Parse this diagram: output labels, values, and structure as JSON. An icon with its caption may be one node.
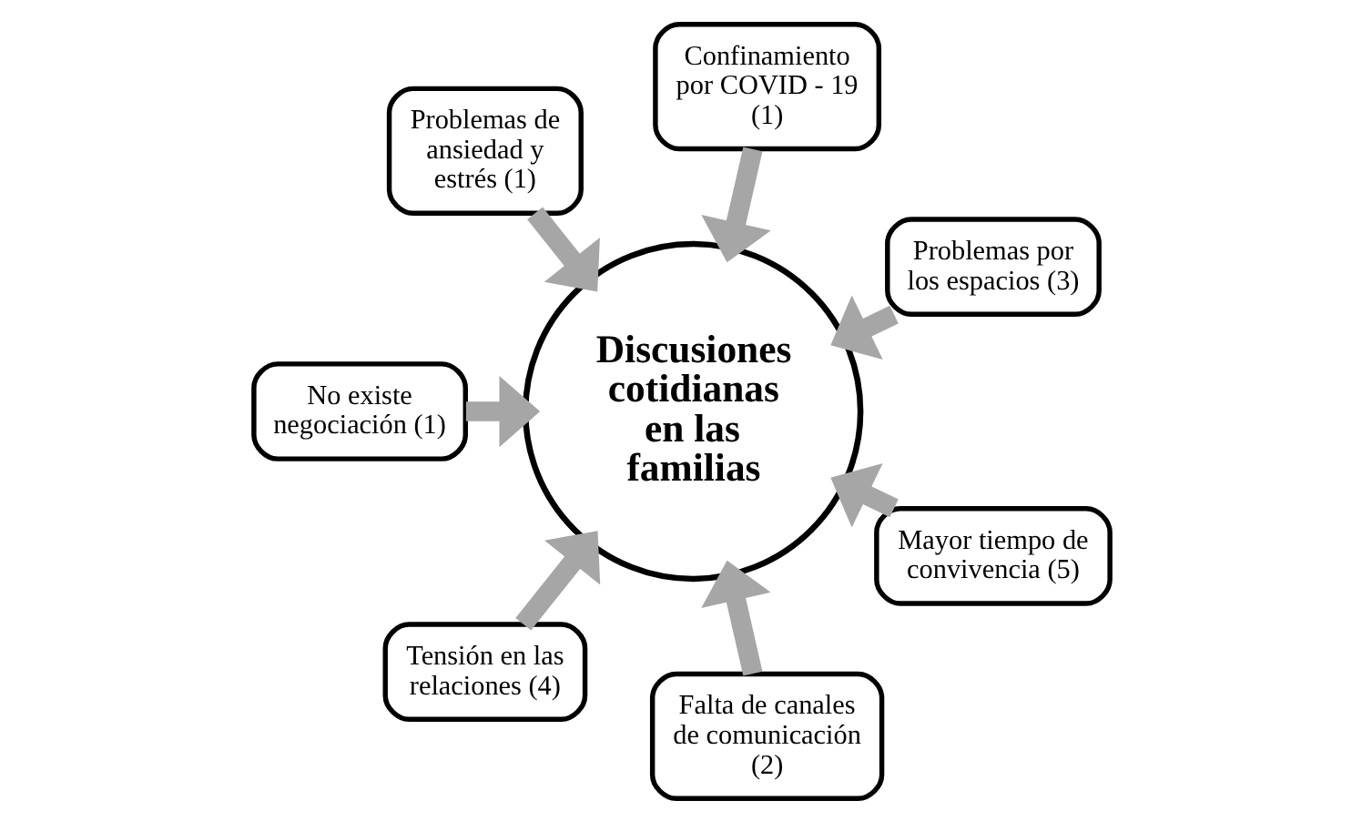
{
  "diagram": {
    "nodes": [
      {
        "text": [
          "Problemas por los espacios (3)"
        ]
      },
      {
        "text": [
          "Confinamiento por COVID - 19 (1)"
        ]
      },
      {
        "text": [
          "Problemas de ansiedad y estrés (1)"
        ]
      },
      {
        "text": [
          "No existe negociación (1)"
        ]
      },
      {
        "text": [
          "Tensión en las relaciones (4)"
        ]
      },
      {
        "text": [
          "Falta de canales de comunicación (2)"
        ]
      },
      {
        "text": [
          "Mayor tiempo de convivencia (5)"
        ]
      },
      {
        "text": [
          "Discusiones cotidianas en las familias"
        ]
      }
    ],
    "edges": [
      {
        "from": 0,
        "to": 7,
        "arrow": "to"
      },
      {
        "from": 1,
        "to": 7,
        "arrow": "to"
      },
      {
        "from": 2,
        "to": 7,
        "arrow": "to"
      },
      {
        "from": 3,
        "to": 7,
        "arrow": "to"
      },
      {
        "from": 4,
        "to": 7,
        "arrow": "to"
      },
      {
        "from": 5,
        "to": 7,
        "arrow": "to"
      },
      {
        "from": 6,
        "to": 7,
        "arrow": "to"
      }
    ]
  }
}
